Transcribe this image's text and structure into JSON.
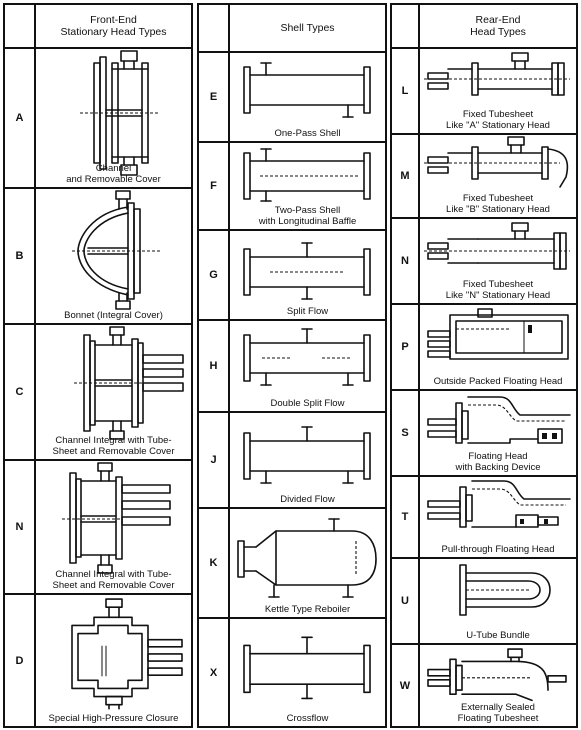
{
  "front_end": {
    "header": "Front-End\nStationary Head Types",
    "rows": [
      {
        "letter": "A",
        "label": "Channel\nand Removable Cover",
        "icon": "channel-removable-cover-diagram"
      },
      {
        "letter": "B",
        "label": "Bonnet (Integral Cover)",
        "icon": "bonnet-diagram"
      },
      {
        "letter": "C",
        "label": "Channel Integral with Tube-\nSheet and Removable Cover",
        "icon": "channel-integral-tubesheet-diagram"
      },
      {
        "letter": "N",
        "label": "Channel Integral with Tube-\nSheet and Removable Cover",
        "icon": "channel-integral-tubesheet-diagram"
      },
      {
        "letter": "D",
        "label": "Special High-Pressure Closure",
        "icon": "high-pressure-closure-diagram"
      }
    ]
  },
  "shell": {
    "header": "Shell Types",
    "rows": [
      {
        "letter": "E",
        "label": "One-Pass Shell",
        "icon": "one-pass-shell-diagram"
      },
      {
        "letter": "F",
        "label": "Two-Pass Shell\nwith Longitudinal Baffle",
        "icon": "two-pass-shell-diagram"
      },
      {
        "letter": "G",
        "label": "Split Flow",
        "icon": "split-flow-diagram"
      },
      {
        "letter": "H",
        "label": "Double Split Flow",
        "icon": "double-split-flow-diagram"
      },
      {
        "letter": "J",
        "label": "Divided Flow",
        "icon": "divided-flow-diagram"
      },
      {
        "letter": "K",
        "label": "Kettle Type Reboiler",
        "icon": "kettle-reboiler-diagram"
      },
      {
        "letter": "X",
        "label": "Crossflow",
        "icon": "crossflow-diagram"
      }
    ]
  },
  "rear_end": {
    "header": "Rear-End\nHead Types",
    "rows": [
      {
        "letter": "L",
        "label": "Fixed Tubesheet\nLike \"A\" Stationary Head",
        "icon": "fixed-tubesheet-a-diagram"
      },
      {
        "letter": "M",
        "label": "Fixed Tubesheet\nLike \"B\" Stationary Head",
        "icon": "fixed-tubesheet-b-diagram"
      },
      {
        "letter": "N",
        "label": "Fixed Tubesheet\nLike \"N\" Stationary Head",
        "icon": "fixed-tubesheet-n-diagram"
      },
      {
        "letter": "P",
        "label": "Outside Packed Floating Head",
        "icon": "outside-packed-floating-head-diagram"
      },
      {
        "letter": "S",
        "label": "Floating Head\nwith Backing Device",
        "icon": "floating-head-backing-device-diagram"
      },
      {
        "letter": "T",
        "label": "Pull-through Floating Head",
        "icon": "pull-through-floating-head-diagram"
      },
      {
        "letter": "U",
        "label": "U-Tube Bundle",
        "icon": "u-tube-bundle-diagram"
      },
      {
        "letter": "W",
        "label": "Externally Sealed\nFloating Tubesheet",
        "icon": "externally-sealed-tubesheet-diagram"
      }
    ]
  }
}
